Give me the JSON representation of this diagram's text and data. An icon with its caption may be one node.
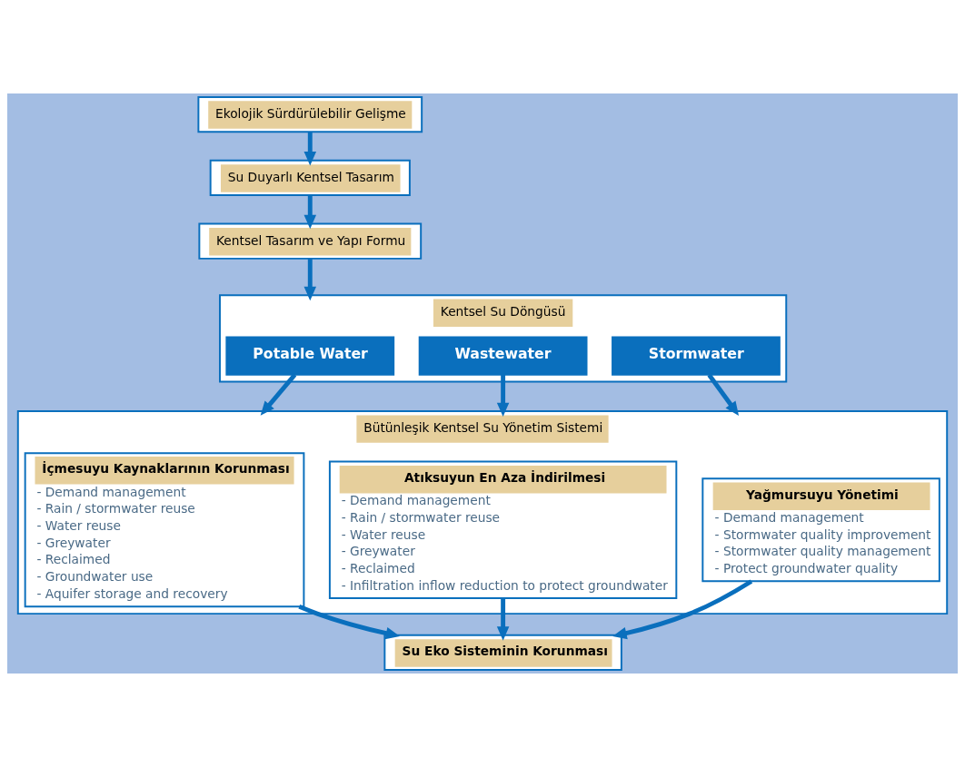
{
  "diagram": {
    "nodes": [
      {
        "text": [
          "Ekolojik Sürdürülebilir Gelişme"
        ]
      },
      {
        "text": [
          "Su Duyarlı Kentsel Tasarım"
        ]
      },
      {
        "text": [
          "Kentsel Tasarım ve Yapı Formu"
        ]
      },
      {
        "text": [
          "Kentsel Su Döngüsü"
        ]
      },
      {
        "text": [
          "Potable Water"
        ],
        "in": 3
      },
      {
        "text": [
          "Wastewater"
        ],
        "in": 3
      },
      {
        "text": [
          "Stormwater"
        ],
        "in": 3
      },
      {
        "text": [
          "Bütünleşik Kentsel Su Yönetim Sistemi"
        ]
      },
      {
        "text": [
          "İçmesuyu Kaynaklarının Korunması",
          "- Demand management",
          "- Rain / stormwater reuse",
          "- Water reuse",
          "- Greywater",
          "- Reclaimed",
          "- Groundwater use",
          "- Aquifer storage and recovery"
        ],
        "in": 7
      },
      {
        "text": [
          "Atıksuyun En Aza İndirilmesi",
          "- Demand management",
          "- Rain / stormwater reuse",
          "- Water reuse",
          "- Greywater",
          "- Reclaimed",
          "- Infiltration inflow reduction to protect groundwater"
        ],
        "in": 7
      },
      {
        "text": [
          "Yağmursuyu Yönetimi",
          "- Demand management",
          "- Stormwater quality improvement",
          "- Stormwater quality management",
          "- Protect groundwater quality"
        ],
        "in": 7
      },
      {
        "text": [
          "Su Eko Sisteminin Korunması"
        ]
      }
    ],
    "edges": [
      {
        "from": 0,
        "to": 1,
        "arrow": "to"
      },
      {
        "from": 1,
        "to": 2,
        "arrow": "to"
      },
      {
        "from": 2,
        "to": 3,
        "arrow": "to"
      },
      {
        "from": 4,
        "to": 7,
        "arrow": "to"
      },
      {
        "from": 5,
        "to": 7,
        "arrow": "to"
      },
      {
        "from": 6,
        "to": 7,
        "arrow": "to"
      },
      {
        "from": 8,
        "to": 11,
        "arrow": "to"
      },
      {
        "from": 9,
        "to": 11,
        "arrow": "to"
      },
      {
        "from": 10,
        "to": 11,
        "arrow": "to"
      }
    ]
  }
}
